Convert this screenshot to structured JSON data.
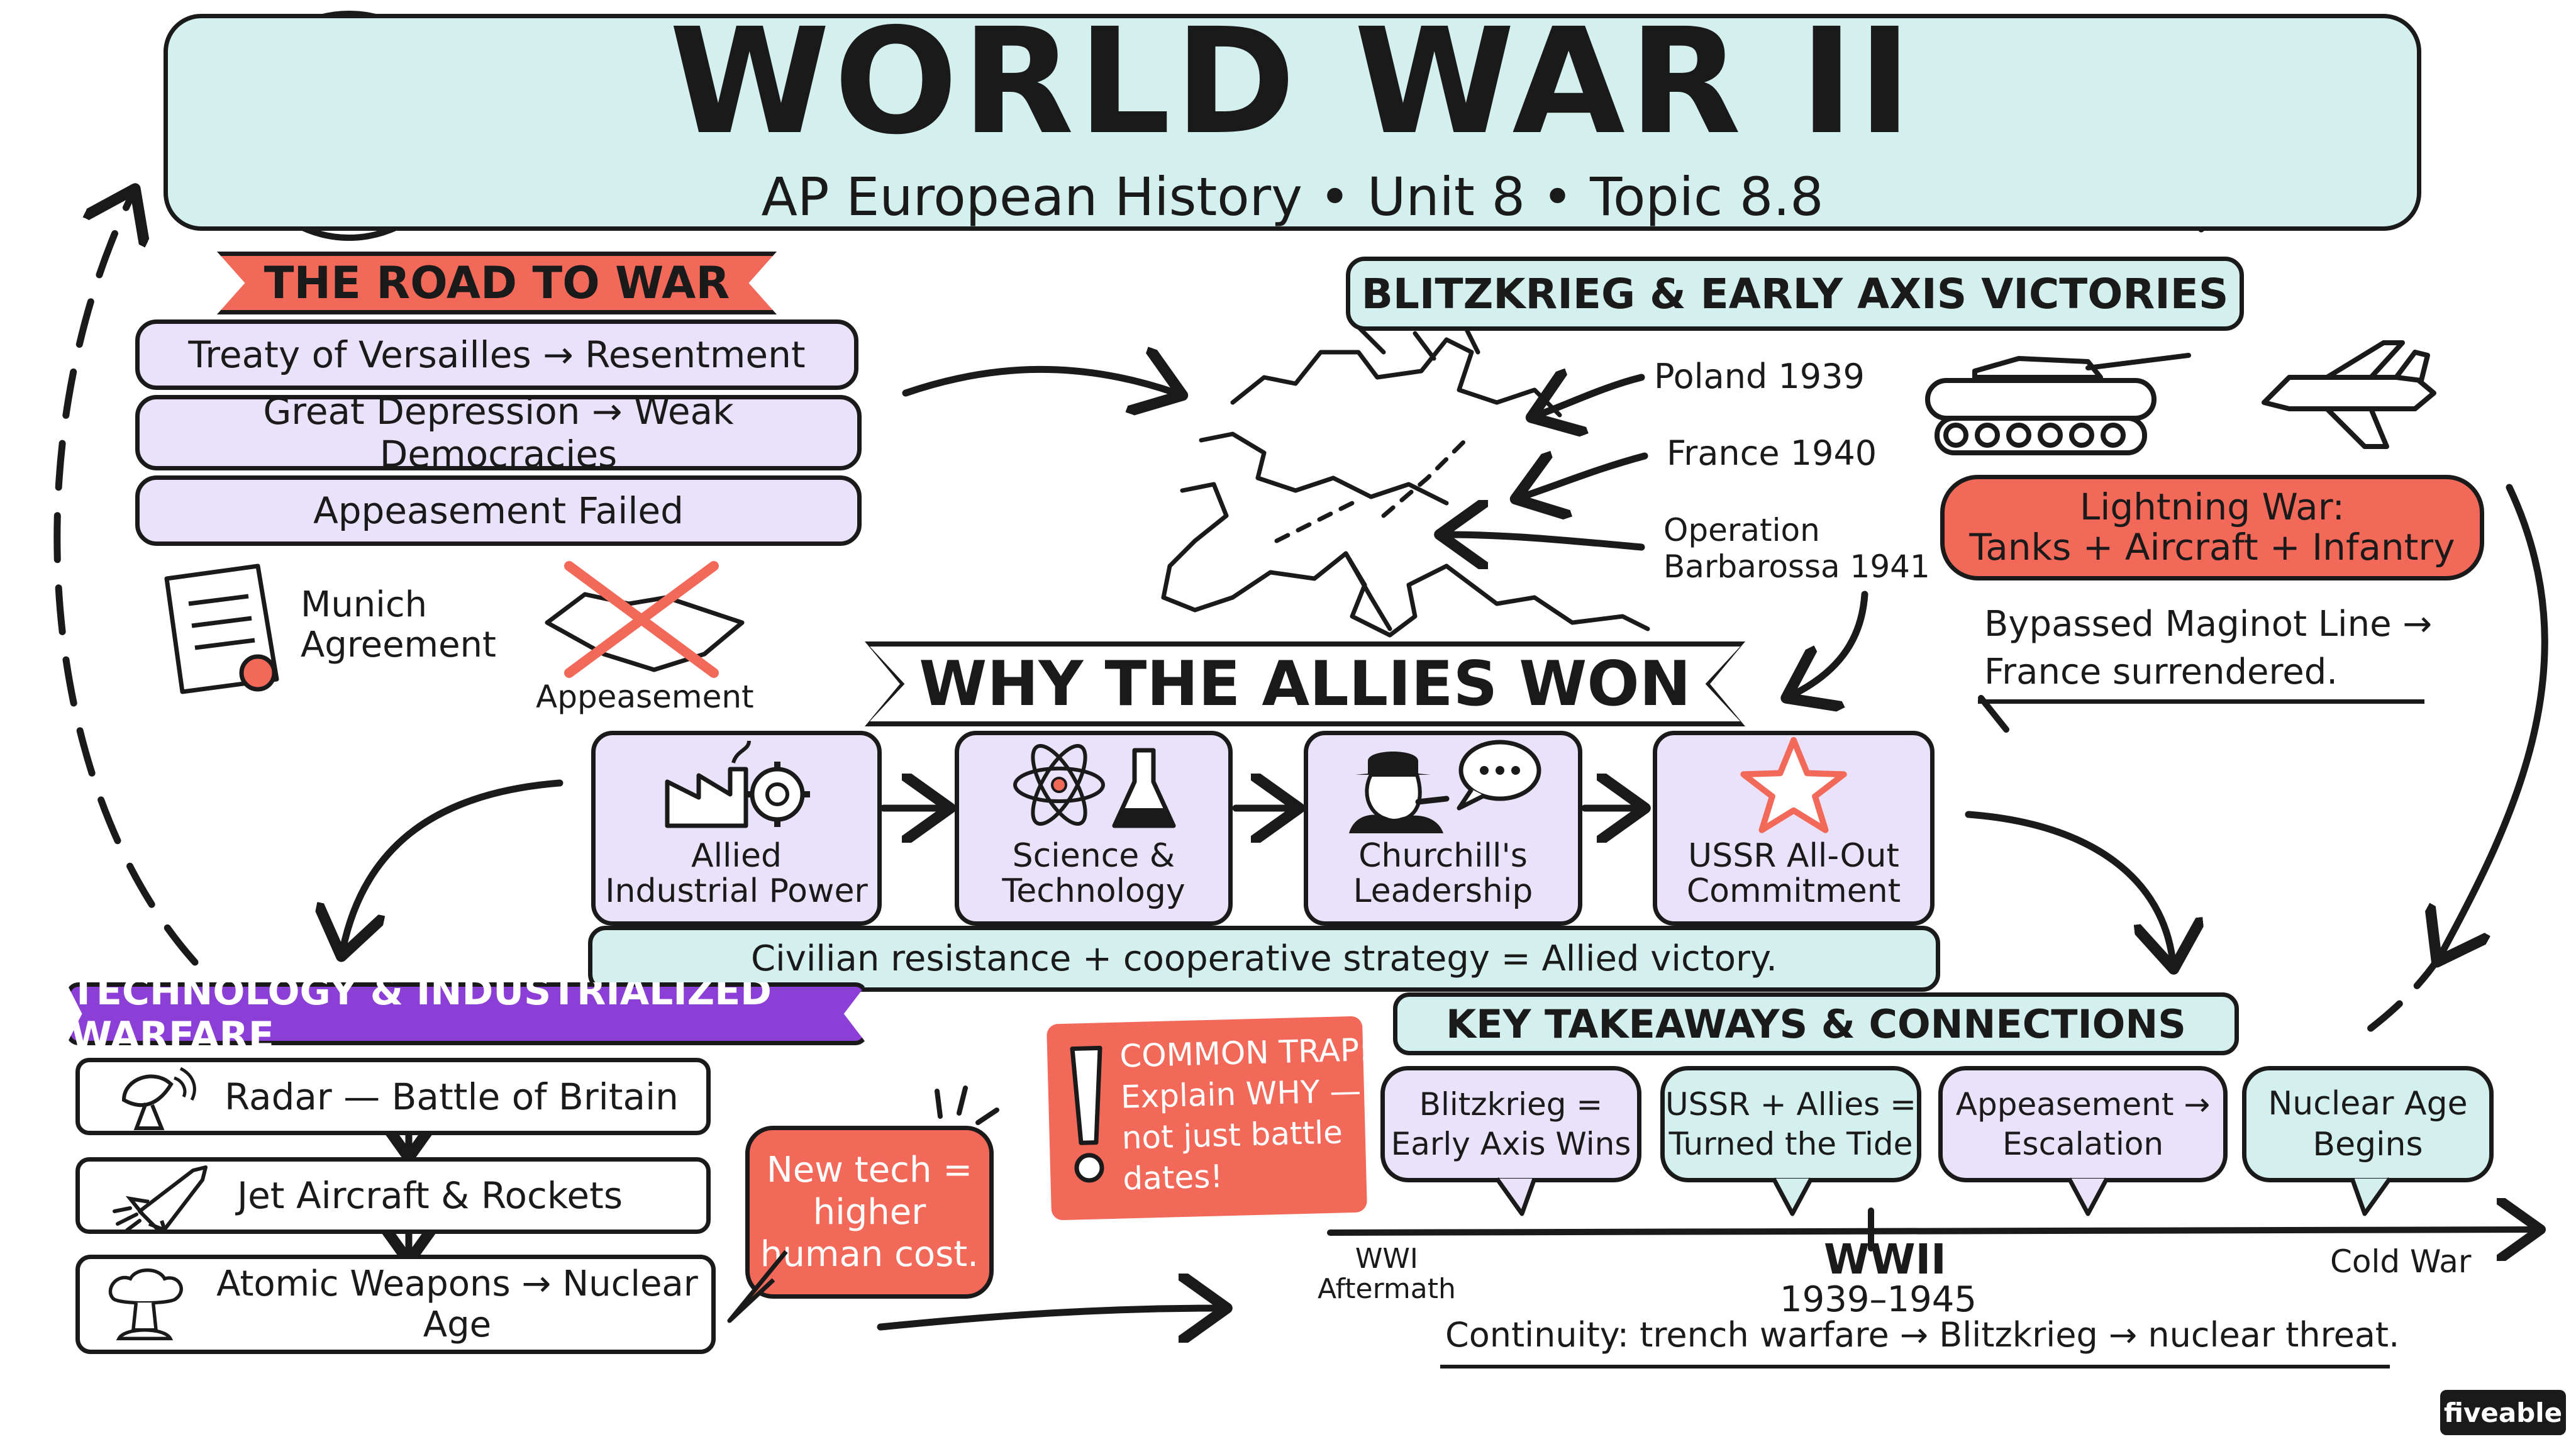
{
  "header": {
    "title": "WORLD WAR II",
    "subtitle": "AP European History • Unit 8 • Topic 8.8"
  },
  "road_to_war": {
    "heading": "THE ROAD TO WAR",
    "items": [
      "Treaty of Versailles → Resentment",
      "Great Depression → Weak Democracies",
      "Appeasement Failed"
    ],
    "munich_label": "Munich\nAgreement",
    "appeasement_label": "Appeasement"
  },
  "blitzkrieg": {
    "heading": "BLITZKRIEG & EARLY AXIS VICTORIES",
    "invasions": [
      "Poland 1939",
      "France 1940",
      "Operation\nBarbarossa 1941"
    ],
    "lightning_war": "Lightning War:\nTanks + Aircraft + Infantry",
    "note": "Bypassed Maginot Line →\nFrance surrendered."
  },
  "why_allies_won": {
    "heading": "WHY THE ALLIES WON",
    "factors": [
      {
        "label": "Allied\nIndustrial Power",
        "icon": "factory-gear-icon"
      },
      {
        "label": "Science &\nTechnology",
        "icon": "atom-flask-icon"
      },
      {
        "label": "Churchill's\nLeadership",
        "icon": "churchill-icon"
      },
      {
        "label": "USSR All-Out\nCommitment",
        "icon": "star-icon"
      }
    ],
    "summary": "Civilian resistance + cooperative strategy = Allied victory."
  },
  "technology": {
    "heading": "TECHNOLOGY & INDUSTRIALIZED WARFARE",
    "items": [
      {
        "label": "Radar — Battle of Britain",
        "icon": "radar-dish-icon"
      },
      {
        "label": "Jet Aircraft & Rockets",
        "icon": "rocket-icon"
      },
      {
        "label": "Atomic Weapons → Nuclear Age",
        "icon": "mushroom-cloud-icon"
      }
    ],
    "callout": "New tech =\nhigher\nhuman cost."
  },
  "common_trap": {
    "text": "COMMON TRAP:\nExplain WHY —\nnot just battle\ndates!"
  },
  "takeaways": {
    "heading": "KEY TAKEAWAYS & CONNECTIONS",
    "bubbles": [
      "Blitzkrieg =\nEarly Axis Wins",
      "USSR + Allies =\nTurned the Tide",
      "Appeasement →\nEscalation",
      "Nuclear Age\nBegins"
    ]
  },
  "timeline": {
    "start": "WWI\nAftermath",
    "middle": "WWII",
    "middle_dates": "1939–1945",
    "end": "Cold War",
    "continuity": "Continuity: trench warfare → Blitzkrieg → nuclear threat."
  },
  "brand": "fiveable",
  "colors": {
    "mint": "#d3efee",
    "lavender": "#e9e2fa",
    "coral": "#f2695a",
    "purple": "#8c3fd6",
    "ink": "#1a1a1a"
  }
}
